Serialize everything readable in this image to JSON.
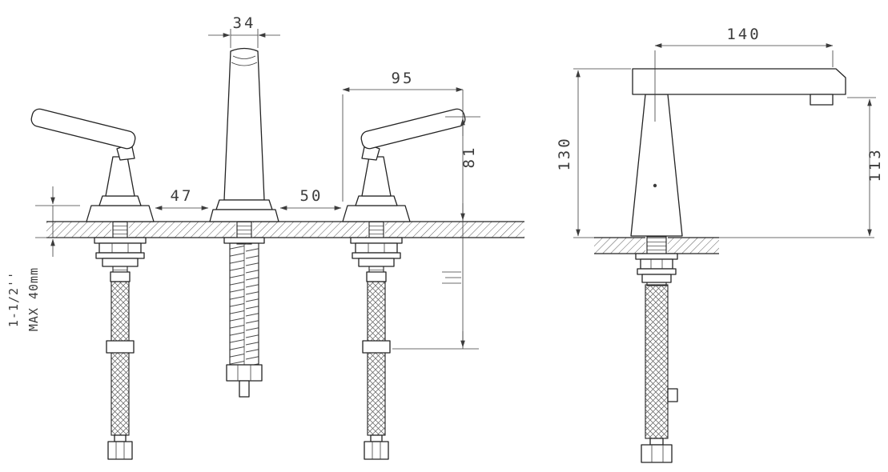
{
  "page": {
    "background": "#ffffff",
    "line_color": "#232323",
    "dimension_color": "#3c3c3c"
  },
  "front_view": {
    "dimensions": {
      "spout_top_width": "34",
      "handle_span": "95",
      "left_gap": "47",
      "right_gap": "50",
      "handle_height": "81",
      "connector_size": "1-1/2''",
      "max_deck_thickness": "MAX 40mm"
    }
  },
  "side_view": {
    "dimensions": {
      "spout_reach": "140",
      "total_height": "130",
      "outlet_height": "113"
    }
  }
}
